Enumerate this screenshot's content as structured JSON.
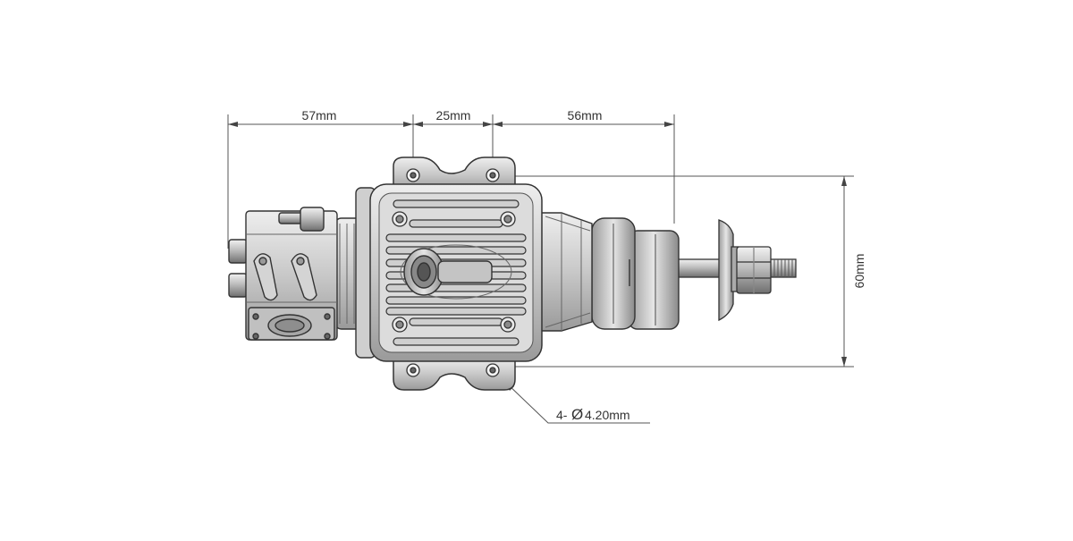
{
  "dimensions": {
    "top_left": "57mm",
    "top_middle": "25mm",
    "top_right": "56mm",
    "side_height": "60mm",
    "hole_prefix": "4-",
    "hole_symbol": "Ø",
    "hole_value": "4.20mm"
  },
  "colors": {
    "line": "#444444",
    "body_light": "#d9d9d9",
    "body_mid": "#b5b5b5",
    "body_dark": "#7a7a7a",
    "outline": "#2e2e2e"
  }
}
